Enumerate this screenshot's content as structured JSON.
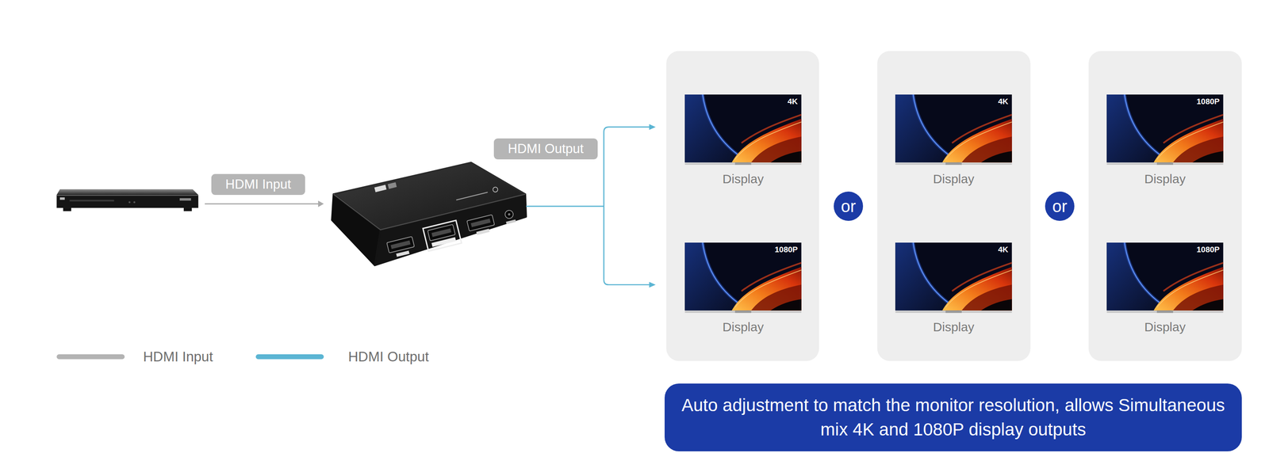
{
  "diagram": {
    "nodes": [
      {
        "text": [
          "HDMI Input"
        ]
      },
      {
        "text": [
          "HDMI Output"
        ]
      },
      {
        "text": [
          "4K",
          "Display"
        ]
      },
      {
        "text": [
          "1080P",
          "Display"
        ]
      },
      {
        "text": [
          "or"
        ]
      },
      {
        "text": [
          "4K",
          "Display"
        ]
      },
      {
        "text": [
          "4K",
          "Display"
        ]
      },
      {
        "text": [
          "or"
        ]
      },
      {
        "text": [
          "1080P",
          "Display"
        ]
      },
      {
        "text": [
          "1080P",
          "Display"
        ]
      },
      {
        "text": [
          "Auto adjustment to match the monitor resolution, allows Simultaneous mix 4K and 1080P display outputs"
        ]
      }
    ],
    "legend": [
      {
        "text": "HDMI Input"
      },
      {
        "text": "HDMI Output"
      }
    ]
  }
}
